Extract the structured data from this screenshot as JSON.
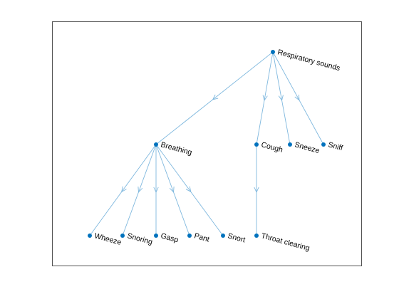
{
  "graph": {
    "title": "",
    "nodes": [
      {
        "id": "root",
        "label": "Respiratory sounds"
      },
      {
        "id": "breathing",
        "label": "Breathing"
      },
      {
        "id": "cough",
        "label": "Cough"
      },
      {
        "id": "sneeze",
        "label": "Sneeze"
      },
      {
        "id": "sniff",
        "label": "Sniff"
      },
      {
        "id": "wheeze",
        "label": "Wheeze"
      },
      {
        "id": "snoring",
        "label": "Snoring"
      },
      {
        "id": "gasp",
        "label": "Gasp"
      },
      {
        "id": "pant",
        "label": "Pant"
      },
      {
        "id": "snort",
        "label": "Snort"
      },
      {
        "id": "throat",
        "label": "Throat clearing"
      }
    ],
    "edges": [
      {
        "from": "root",
        "to": "breathing"
      },
      {
        "from": "root",
        "to": "cough"
      },
      {
        "from": "root",
        "to": "sneeze"
      },
      {
        "from": "root",
        "to": "sniff"
      },
      {
        "from": "breathing",
        "to": "wheeze"
      },
      {
        "from": "breathing",
        "to": "snoring"
      },
      {
        "from": "breathing",
        "to": "gasp"
      },
      {
        "from": "breathing",
        "to": "pant"
      },
      {
        "from": "breathing",
        "to": "snort"
      },
      {
        "from": "cough",
        "to": "throat"
      }
    ],
    "colors": {
      "node": "#0072BD",
      "edge": "#7FB8DE",
      "axes_border": "#262626",
      "label": "#000000"
    }
  }
}
